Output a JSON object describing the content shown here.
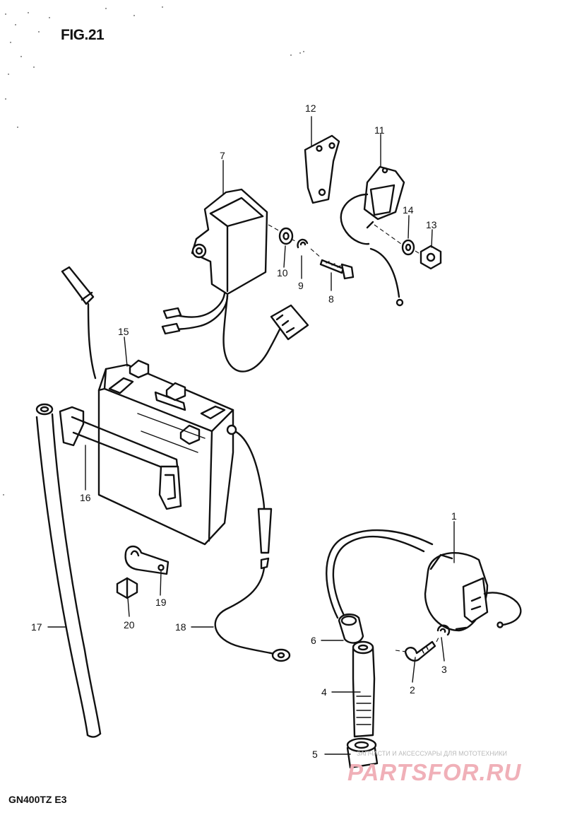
{
  "figure": {
    "title": "FIG.21",
    "model": "GN400TZ E3"
  },
  "watermark": {
    "tagline": "ЗАПЧАСТИ И АКСЕССУАРЫ ДЛЯ МОТОТЕХНИКИ",
    "brand": "PARTSFOR.RU"
  },
  "callouts": [
    {
      "id": "1",
      "label": "1"
    },
    {
      "id": "2",
      "label": "2"
    },
    {
      "id": "3",
      "label": "3"
    },
    {
      "id": "4",
      "label": "4"
    },
    {
      "id": "5",
      "label": "5"
    },
    {
      "id": "6",
      "label": "6"
    },
    {
      "id": "7",
      "label": "7"
    },
    {
      "id": "8",
      "label": "8"
    },
    {
      "id": "9",
      "label": "9"
    },
    {
      "id": "10",
      "label": "10"
    },
    {
      "id": "11",
      "label": "11"
    },
    {
      "id": "12",
      "label": "12"
    },
    {
      "id": "13",
      "label": "13"
    },
    {
      "id": "14",
      "label": "14"
    },
    {
      "id": "15",
      "label": "15"
    },
    {
      "id": "16",
      "label": "16"
    },
    {
      "id": "17",
      "label": "17"
    },
    {
      "id": "18",
      "label": "18"
    },
    {
      "id": "19",
      "label": "19"
    },
    {
      "id": "20",
      "label": "20"
    }
  ]
}
